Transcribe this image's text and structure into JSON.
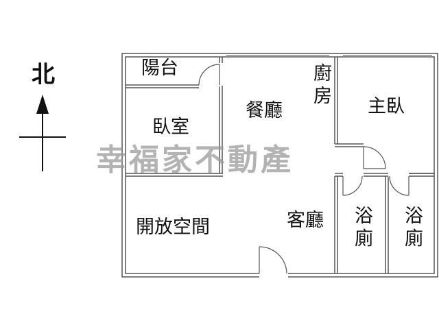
{
  "compass": {
    "label": "北"
  },
  "rooms": {
    "balcony": "陽台",
    "bedroom": "臥室",
    "dining": "餐廳",
    "kitchen": "廚房",
    "master_bedroom": "主臥",
    "open_space": "開放空間",
    "living": "客廳",
    "bath1": "浴廁",
    "bath2": "浴廁"
  },
  "watermark": "幸福家不動產",
  "colors": {
    "wall": "#555555",
    "wall_fill": "#ffffff",
    "watermark": "#9a9a9a"
  }
}
